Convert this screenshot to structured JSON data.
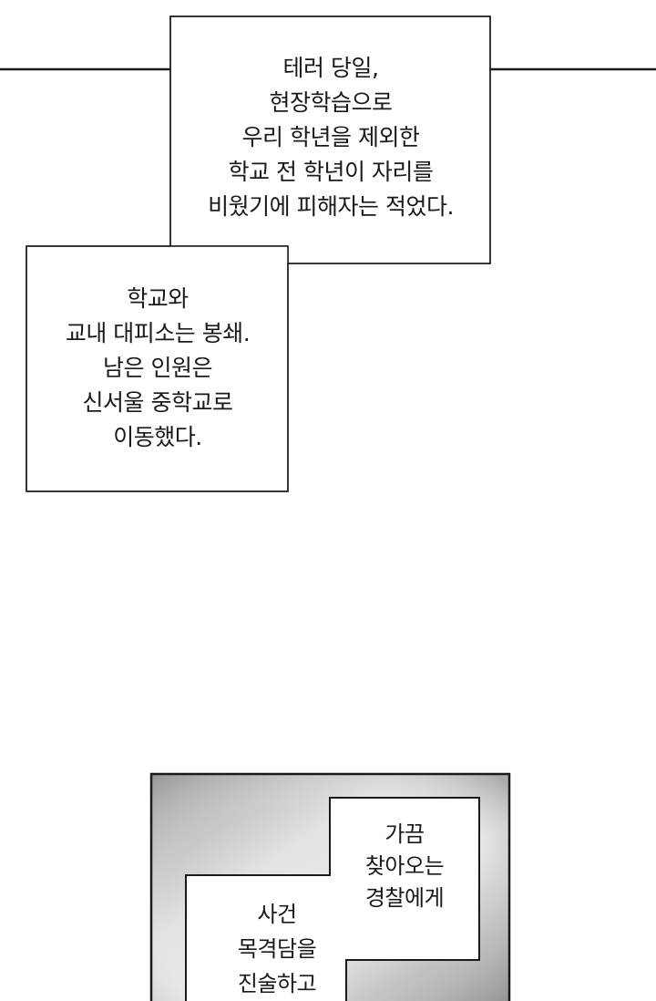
{
  "panel_1": {
    "caption_top": {
      "lines": [
        "테러 당일,",
        "현장학습으로",
        "우리 학년을 제외한",
        "학교 전 학년이 자리를",
        "비웠기에 피해자는 적었다."
      ]
    },
    "caption_bottom": {
      "lines": [
        "학교와",
        "교내 대피소는 봉쇄.",
        "남은 인원은",
        "신서울 중학교로",
        "이동했다."
      ]
    }
  },
  "panel_2": {
    "caption_right": {
      "lines": [
        "가끔",
        "찾아오는",
        "경찰에게"
      ]
    },
    "caption_left": {
      "lines": [
        "사건",
        "목격담을",
        "진술하고"
      ]
    }
  },
  "colors": {
    "ink": "#1a1a1a",
    "box_fill": "#ffffff",
    "panel_dark": "#9a9a9a",
    "panel_light": "#f2f2f2"
  }
}
